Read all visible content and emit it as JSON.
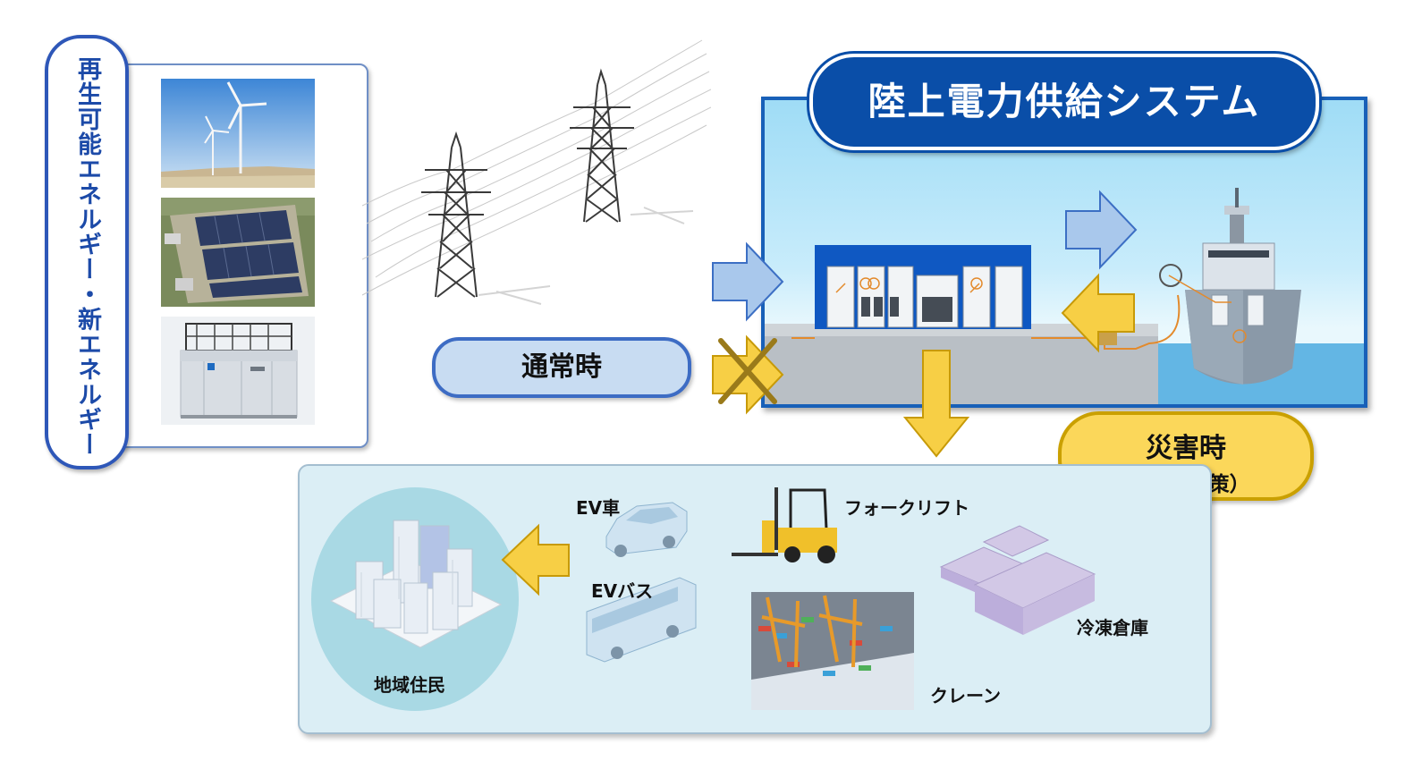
{
  "renewable": {
    "title": "再生可能エネルギー・新エネルギー"
  },
  "shore_power": {
    "title": "陸上電力供給システム"
  },
  "modes": {
    "normal": "通常時",
    "disaster": "災害時",
    "disaster_sub": "（BCP対策）"
  },
  "users": {
    "ev_car": "EV車",
    "ev_bus": "EVバス",
    "forklift": "フォークリフト",
    "cold_storage": "冷凍倉庫",
    "crane": "クレーン",
    "residents": "地域住民"
  },
  "colors": {
    "primary_blue": "#0a4ea8",
    "normal_arrow": "#a9c8ec",
    "disaster_arrow": "#f7cf45",
    "panel_bg": "#dbeef5"
  }
}
